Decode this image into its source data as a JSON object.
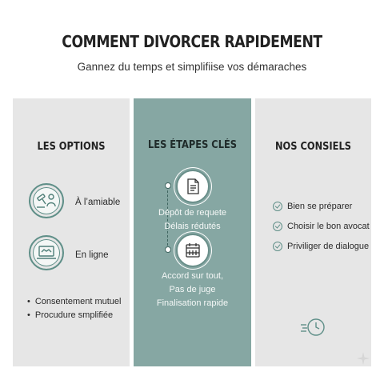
{
  "header": {
    "title": "COMMENT DIVORCER RAPIDEMENT",
    "subtitle": "Gannez du temps et simplifiise vos démaraches"
  },
  "options": {
    "heading": "LES OPTIONS",
    "items": [
      {
        "label": "À l’amiable",
        "icon": "gavel-person-icon"
      },
      {
        "label": "En ligne",
        "icon": "laptop-handshake-icon"
      }
    ],
    "bullets": [
      "Consentement mutuel",
      "Procudure smplifiée"
    ]
  },
  "steps": {
    "heading": "LES ÉTAPES CLÉS",
    "step1_lines": [
      "Dépôt de requete",
      "Délais rédutés"
    ],
    "step2_lines": [
      "Accord sur tout,",
      "Pas de juge",
      "Finalisation rapide"
    ],
    "icons": [
      "document-icon",
      "calendar-icon"
    ]
  },
  "advice": {
    "heading": "NOS CONSIELS",
    "items": [
      "Bien se préparer",
      "Choisir le bon avocat",
      "Priviliger de dialogue"
    ],
    "icon": "fast-clock-icon"
  },
  "colors": {
    "accent": "#86a7a3",
    "icon_stroke": "#5f8f88",
    "panel_gray": "#e6e6e6"
  }
}
